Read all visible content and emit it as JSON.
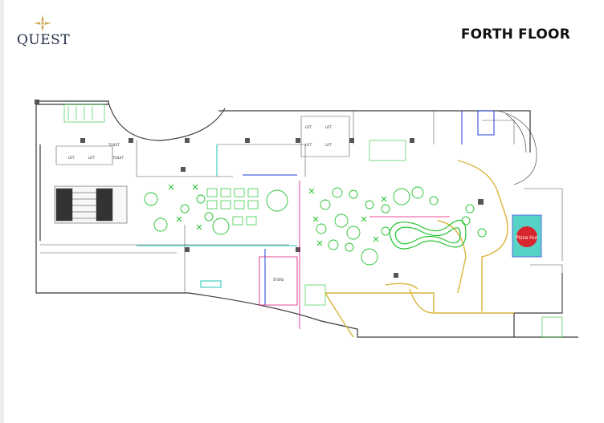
{
  "brand": {
    "name": "QUEST"
  },
  "header": {
    "title": "FORTH FLOOR"
  },
  "plan": {
    "labels": {
      "lift": "LIFT",
      "toilet": "TOILET",
      "store": "STORE"
    },
    "tenant_logo": "Pizza Hut",
    "colors": {
      "walls": "#3a3a3a",
      "furniture": "#22c32e",
      "partitions": "#d9b43a",
      "accent": "#e0127a",
      "blue": "#1f3fd6",
      "teal": "#20c3b3"
    }
  }
}
